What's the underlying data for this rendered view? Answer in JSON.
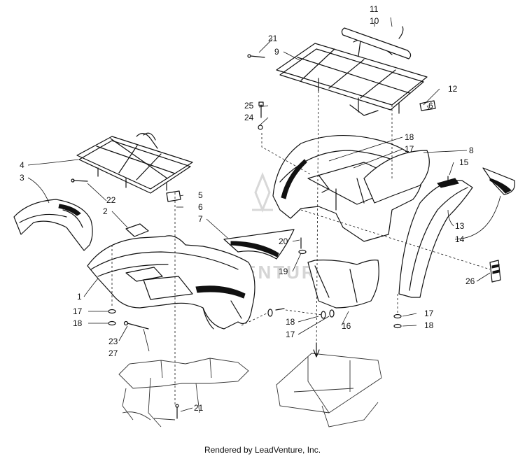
{
  "diagram": {
    "watermark_text": "LEADVENTURE",
    "callouts": [
      "1",
      "2",
      "3",
      "4",
      "5",
      "6",
      "7",
      "8",
      "9",
      "10",
      "11",
      "12",
      "13",
      "14",
      "15",
      "16",
      "17",
      "18",
      "19",
      "20",
      "21",
      "22",
      "23",
      "24",
      "25",
      "26",
      "27"
    ],
    "footer": "Rendered by LeadVenture, Inc."
  }
}
